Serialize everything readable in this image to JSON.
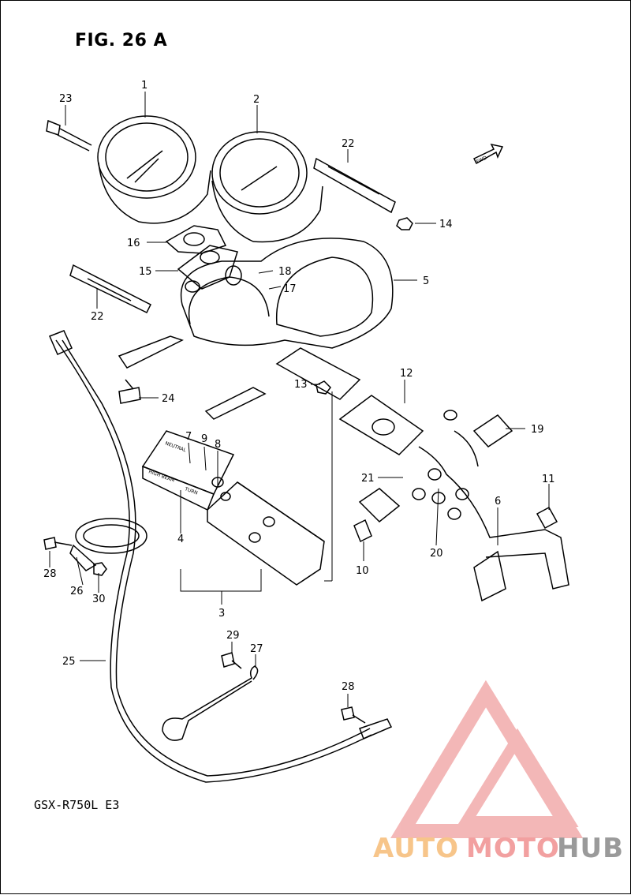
{
  "figure": {
    "title": "FIG. 26 A",
    "model": "GSX-R750L  E3"
  },
  "callouts": [
    "1",
    "2",
    "3",
    "4",
    "5",
    "6",
    "7",
    "8",
    "9",
    "10",
    "11",
    "12",
    "13",
    "14",
    "15",
    "16",
    "17",
    "18",
    "19",
    "20",
    "21",
    "22",
    "22",
    "23",
    "24",
    "25",
    "26",
    "27",
    "28",
    "28",
    "29",
    "30"
  ],
  "panel_text": {
    "neutral": "NEUTRAL",
    "high_beam": "HIGH BEAM",
    "turn": "TURN",
    "fwd": "FWD"
  },
  "watermark": {
    "part1": "AUTO",
    "part2": "MOTO",
    "part3": "HUB",
    "colors": {
      "auto": "#f7c58a",
      "moto": "#f2a0a0",
      "hub": "#9a9a9a",
      "triangle": "#f0a0a0"
    }
  }
}
